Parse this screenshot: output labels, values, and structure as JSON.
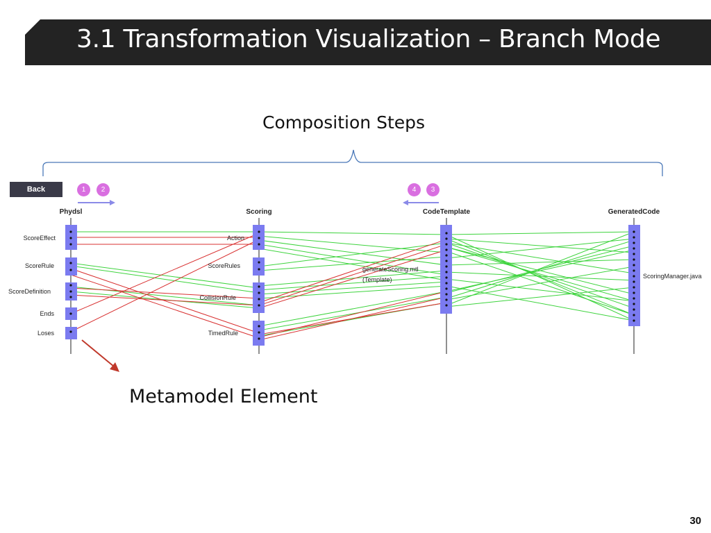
{
  "slide": {
    "title": "3.1 Transformation Visualization – Branch Mode",
    "page_number": "30",
    "title_bar_color": "#222222"
  },
  "annotations": {
    "composition_steps": "Composition Steps",
    "metamodel_element": "Metamodel Element",
    "bracket_color": "#4a78b8",
    "arrow_color": "#c0392b"
  },
  "toolbar": {
    "back_label": "Back",
    "steps_forward": [
      "1",
      "2"
    ],
    "steps_backward": [
      "4",
      "3"
    ],
    "step_color": "#d96fe0",
    "arrow_color": "#8a8ae8"
  },
  "columns": [
    {
      "id": "physdsl",
      "label": "Phydsl"
    },
    {
      "id": "scoring",
      "label": "Scoring"
    },
    {
      "id": "codetemplate",
      "label": "CodeTemplate"
    },
    {
      "id": "generatedcode",
      "label": "GeneratedCode"
    }
  ],
  "nodes": {
    "physdsl": [
      "ScoreEffect",
      "ScoreRule",
      "ScoreDefinition",
      "Ends",
      "Loses"
    ],
    "scoring": [
      "Action",
      "ScoreRules",
      "CollisionRule",
      "TimedRule"
    ],
    "codetemplate": [
      "generateScoring.mtl",
      "(Template)"
    ],
    "generatedcode": [
      "ScoringManager.java"
    ]
  },
  "legend_colors": {
    "node_block": "#7b7bf0",
    "link_green": "#3cd33c",
    "link_red": "#d83030"
  }
}
